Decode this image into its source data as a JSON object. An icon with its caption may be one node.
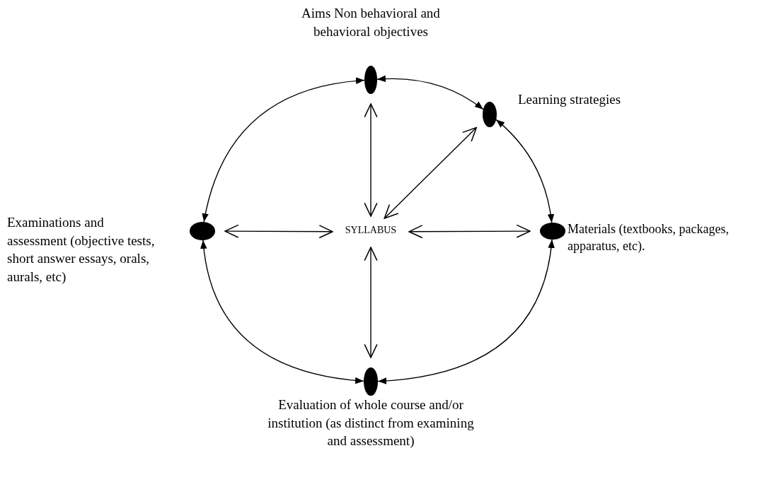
{
  "diagram": {
    "nodes": [
      {
        "text": [
          "Aims Non behavioral and behavioral objectives"
        ]
      },
      {
        "text": [
          "Learning strategies"
        ]
      },
      {
        "text": [
          "Examinations and assessment (objective tests, short answer essays, orals, aurals, etc)"
        ]
      },
      {
        "text": [
          "SYLLABUS"
        ]
      },
      {
        "text": [
          "Materials (textbooks, packages, apparatus, etc)."
        ]
      },
      {
        "text": [
          "Evaluation of whole course and/or institution (as distinct from examining and assessment)"
        ]
      }
    ],
    "edges": [
      {
        "from": 0,
        "to": 1,
        "arrow": "both"
      },
      {
        "from": 0,
        "to": 2,
        "arrow": "both"
      },
      {
        "from": 1,
        "to": 4,
        "arrow": "both"
      },
      {
        "from": 2,
        "to": 5,
        "arrow": "both"
      },
      {
        "from": 5,
        "to": 4,
        "arrow": "both"
      },
      {
        "from": 0,
        "to": 3,
        "arrow": "both"
      },
      {
        "from": 1,
        "to": 3,
        "arrow": "both"
      },
      {
        "from": 2,
        "to": 3,
        "arrow": "both"
      },
      {
        "from": 3,
        "to": 4,
        "arrow": "both"
      },
      {
        "from": 3,
        "to": 5,
        "arrow": "both"
      }
    ]
  }
}
